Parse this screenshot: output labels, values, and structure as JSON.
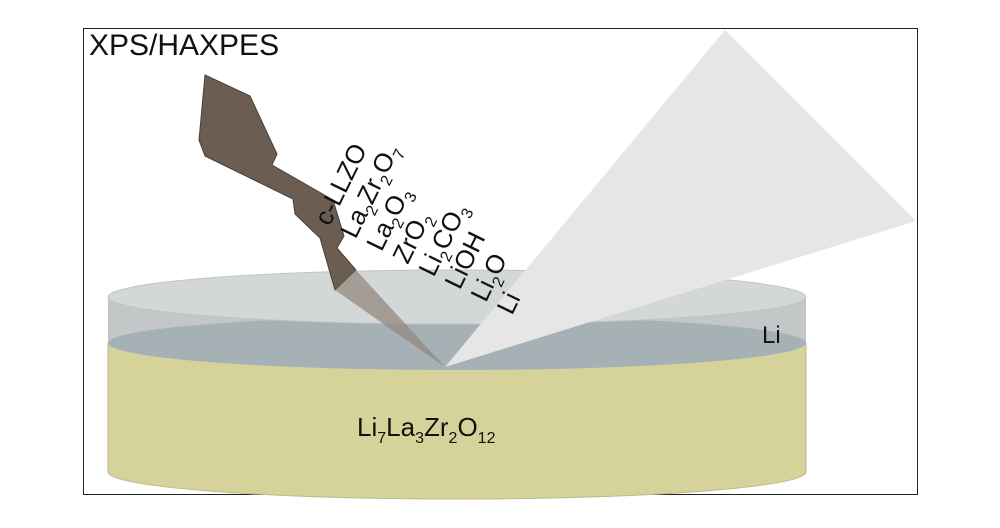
{
  "diagram": {
    "beam_label": "XPS/HAXPES",
    "layer_label": "Li",
    "substrate_label": [
      {
        "t": "Li",
        "s": "7"
      },
      {
        "t": "La",
        "s": "3"
      },
      {
        "t": "Zr",
        "s": "2"
      },
      {
        "t": "O",
        "s": "12"
      }
    ],
    "species": [
      [
        {
          "t": "c-LLZO"
        }
      ],
      [
        {
          "t": "La",
          "s": "2"
        },
        {
          "t": "Zr",
          "s": "2"
        },
        {
          "t": "O",
          "s": "7"
        }
      ],
      [
        {
          "t": "La",
          "s": "2"
        },
        {
          "t": "O",
          "s": "3"
        }
      ],
      [
        {
          "t": "ZrO",
          "s": "2"
        }
      ],
      [
        {
          "t": "Li",
          "s": "2"
        },
        {
          "t": "CO",
          "s": "3"
        }
      ],
      [
        {
          "t": "LiOH"
        }
      ],
      [
        {
          "t": "Li",
          "s": "2"
        },
        {
          "t": "O"
        }
      ],
      [
        {
          "t": "Li"
        }
      ]
    ],
    "colors": {
      "frame": "#222222",
      "substrate_fill": "#d6d39a",
      "li_layer_fill": "#a9b4b8",
      "li_top_fill": "#d4d7d8",
      "beam_fill": "#6b5d52",
      "cone_fill": "#e6e6e6"
    }
  }
}
